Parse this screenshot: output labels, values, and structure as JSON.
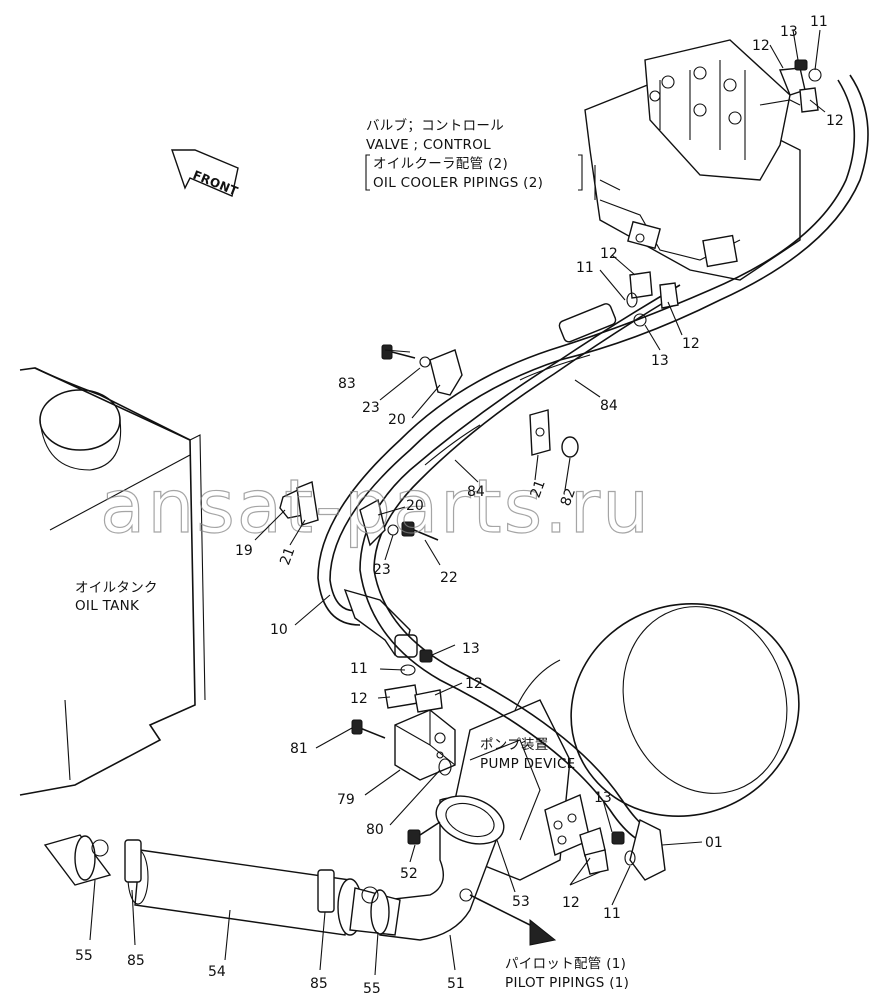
{
  "captions": {
    "valve_jp": "バルブ；コントロール",
    "valve_en": "VALVE ; CONTROL",
    "cooler_jp": "オイルクーラ配管 (2)",
    "cooler_en": "OIL COOLER PIPINGS (2)",
    "tank_jp": "オイルタンク",
    "tank_en": "OIL TANK",
    "pump_jp": "ポンプ装置",
    "pump_en": "PUMP DEVICE",
    "pilot_jp": "パイロット配管 (1)",
    "pilot_en": "PILOT PIPINGS (1)",
    "front": "FRONT"
  },
  "watermark": "ansat-parts.ru",
  "callouts": {
    "c01": "01",
    "c10": "10",
    "c11a": "11",
    "c11b": "11",
    "c11c": "11",
    "c11d": "11",
    "c12a": "12",
    "c12b": "12",
    "c12c": "12",
    "c12d": "12",
    "c12e": "12",
    "c12f": "12",
    "c12g": "12",
    "c13a": "13",
    "c13b": "13",
    "c13c": "13",
    "c13d": "13",
    "c19": "19",
    "c20a": "20",
    "c20b": "20",
    "c21a": "21",
    "c21b": "21",
    "c22": "22",
    "c23a": "23",
    "c23b": "23",
    "c51": "51",
    "c52": "52",
    "c53": "53",
    "c54": "54",
    "c55a": "55",
    "c55b": "55",
    "c79": "79",
    "c80": "80",
    "c81": "81",
    "c82": "82",
    "c83": "83",
    "c84a": "84",
    "c84b": "84",
    "c85a": "85",
    "c85b": "85"
  }
}
